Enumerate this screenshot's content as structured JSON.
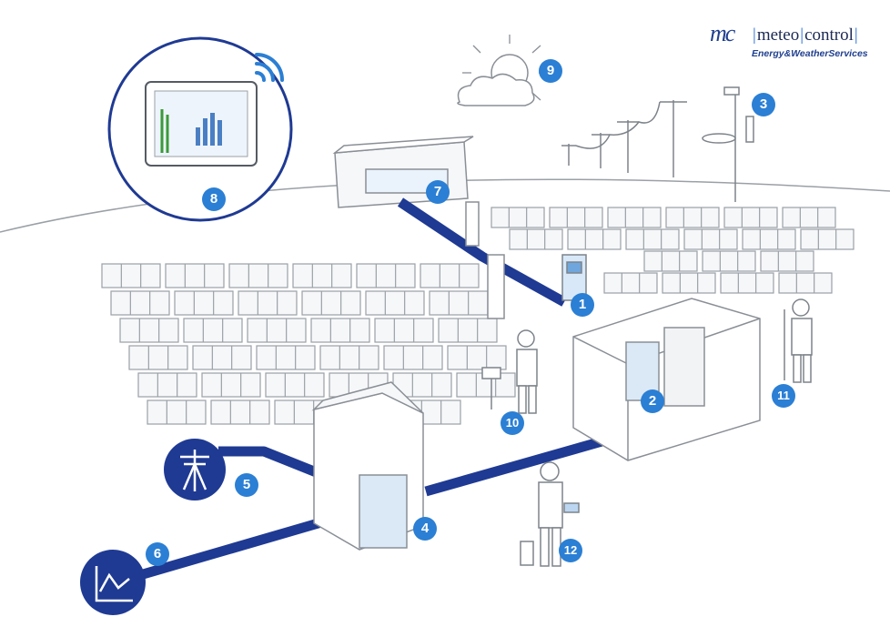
{
  "brand": {
    "mark": "mc",
    "name_part1": "meteo",
    "name_part2": "control",
    "tagline": "Energy&WeatherServices"
  },
  "markers": [
    {
      "id": "marker-1",
      "label": "1"
    },
    {
      "id": "marker-2",
      "label": "2"
    },
    {
      "id": "marker-3",
      "label": "3"
    },
    {
      "id": "marker-4",
      "label": "4"
    },
    {
      "id": "marker-5",
      "label": "5"
    },
    {
      "id": "marker-6",
      "label": "6"
    },
    {
      "id": "marker-7",
      "label": "7"
    },
    {
      "id": "marker-8",
      "label": "8"
    },
    {
      "id": "marker-9",
      "label": "9"
    },
    {
      "id": "marker-10",
      "label": "10"
    },
    {
      "id": "marker-11",
      "label": "11"
    },
    {
      "id": "marker-12",
      "label": "12"
    }
  ],
  "colors": {
    "accent_blue": "#2b7fd4",
    "line_navy": "#1f3a93",
    "outline_gray": "#8a8f96",
    "panel_fill": "#f6f7f9"
  }
}
